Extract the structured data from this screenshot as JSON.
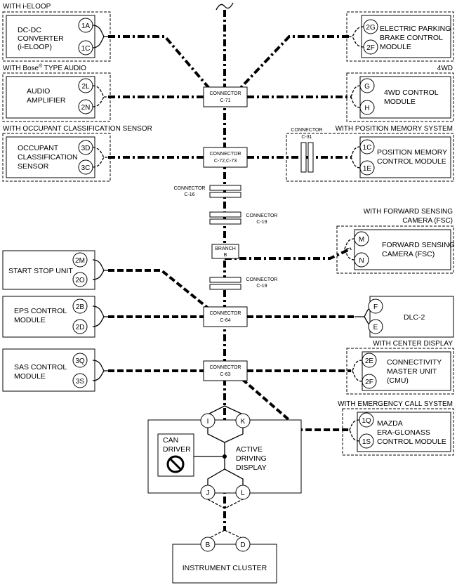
{
  "headers": {
    "ieloop": "WITH i-ELOOP",
    "bose_pre": "WITH Bose",
    "bose_reg": "®",
    "bose_post": " TYPE AUDIO",
    "occupant": "WITH OCCUPANT CLASSIFICATION SENSOR",
    "wd4": "4WD",
    "position": "WITH POSITION MEMORY SYSTEM",
    "fsc_1": "WITH FORWARD SENSING",
    "fsc_2": "CAMERA (FSC)",
    "center_display": "WITH CENTER DISPLAY",
    "emergency": "WITH EMERGENCY CALL SYSTEM"
  },
  "modules": {
    "dcdc": [
      "DC-DC",
      "CONVERTER",
      "(i-ELOOP)"
    ],
    "epb": [
      "ELECTRIC PARKING",
      "BRAKE CONTROL",
      "MODULE"
    ],
    "audio": [
      "AUDIO",
      "AMPLIFIER"
    ],
    "wd4": [
      "4WD CONTROL",
      "MODULE"
    ],
    "occupant": [
      "OCCUPANT",
      "CLASSIFICATION",
      "SENSOR"
    ],
    "position": [
      "POSITION MEMORY",
      "CONTROL MODULE"
    ],
    "fsc": [
      "FORWARD SENSING",
      "CAMERA (FSC)"
    ],
    "start_stop": [
      "START STOP UNIT"
    ],
    "eps": [
      "EPS CONTROL",
      "MODULE"
    ],
    "dlc": [
      "DLC-2"
    ],
    "sas": [
      "SAS CONTROL",
      "MODULE"
    ],
    "cmu": [
      "CONNECTIVITY",
      "MASTER UNIT",
      "(CMU)"
    ],
    "era": [
      "MAZDA",
      "ERA-GLONASS",
      "CONTROL MODULE"
    ],
    "adu": [
      "ACTIVE",
      "DRIVING",
      "DISPLAY"
    ],
    "can_driver": [
      "CAN",
      "DRIVER"
    ],
    "cluster": [
      "INSTRUMENT CLUSTER"
    ]
  },
  "pins": {
    "dcdc": [
      "1A",
      "1C"
    ],
    "epb": [
      "2G",
      "2F"
    ],
    "audio": [
      "2L",
      "2N"
    ],
    "wd4": [
      "G",
      "H"
    ],
    "occupant": [
      "3D",
      "3C"
    ],
    "position": [
      "1C",
      "1E"
    ],
    "fsc": [
      "M",
      "N"
    ],
    "start_stop": [
      "2M",
      "2O"
    ],
    "eps": [
      "2B",
      "2D"
    ],
    "dlc": [
      "F",
      "E"
    ],
    "sas": [
      "3Q",
      "3S"
    ],
    "cmu": [
      "2E",
      "2F"
    ],
    "era": [
      "1Q",
      "1S"
    ],
    "adu_top": [
      "I",
      "K"
    ],
    "adu_bottom": [
      "J",
      "L"
    ],
    "cluster": [
      "B",
      "D"
    ]
  },
  "connectors": {
    "c71": [
      "CONNECTOR",
      "C-71"
    ],
    "c7273": [
      "CONNECTOR",
      "C-72,C-73"
    ],
    "c31": [
      "CONNECTOR",
      "C-31"
    ],
    "c16": [
      "CONNECTOR",
      "C-16"
    ],
    "c19a": [
      "CONNECTOR",
      "C-19"
    ],
    "branch": [
      "BRANCH",
      "B"
    ],
    "c19b": [
      "CONNECTOR",
      "C-19"
    ],
    "c64": [
      "CONNECTOR",
      "C-64"
    ],
    "c63": [
      "CONNECTOR",
      "C-63"
    ]
  },
  "colors": {
    "ink": "#000000",
    "background": "#ffffff"
  }
}
